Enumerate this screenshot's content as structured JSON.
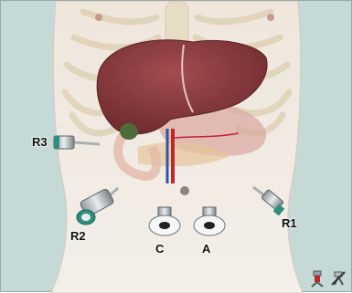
{
  "labels": {
    "r3": "R3",
    "r2": "R2",
    "r1": "R1",
    "c": "C",
    "a": "A"
  },
  "icons": {
    "robot": "robot-icon",
    "hide": "hide-robot-icon"
  },
  "colors": {
    "background": "#c5d9d6",
    "skin": "#f1ebe3",
    "liver": "#8c3a3e",
    "ribs": "#e2d6bd",
    "gallbladder": "#4f6b3a",
    "port_teal": "#2f8f7f"
  }
}
